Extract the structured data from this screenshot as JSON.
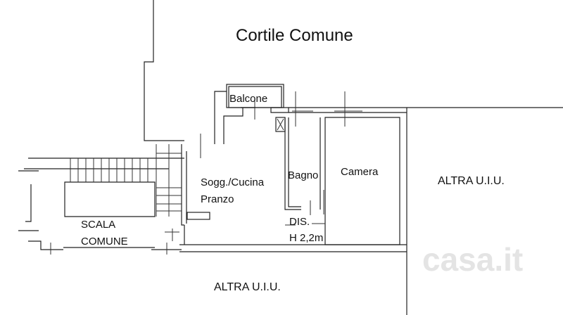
{
  "plan": {
    "title": "Cortile Comune",
    "rooms": {
      "balcone": "Balcone",
      "soggiorno_line1": "Sogg./Cucina",
      "soggiorno_line2": "Pranzo",
      "bagno": "Bagno",
      "camera": "Camera",
      "dis": "DIS.",
      "height": "H 2,2m",
      "scala_line1": "SCALA",
      "scala_line2": "COMUNE",
      "altra_right": "ALTRA U.I.U.",
      "altra_bottom": "ALTRA U.I.U."
    },
    "watermark": "casa.it"
  }
}
